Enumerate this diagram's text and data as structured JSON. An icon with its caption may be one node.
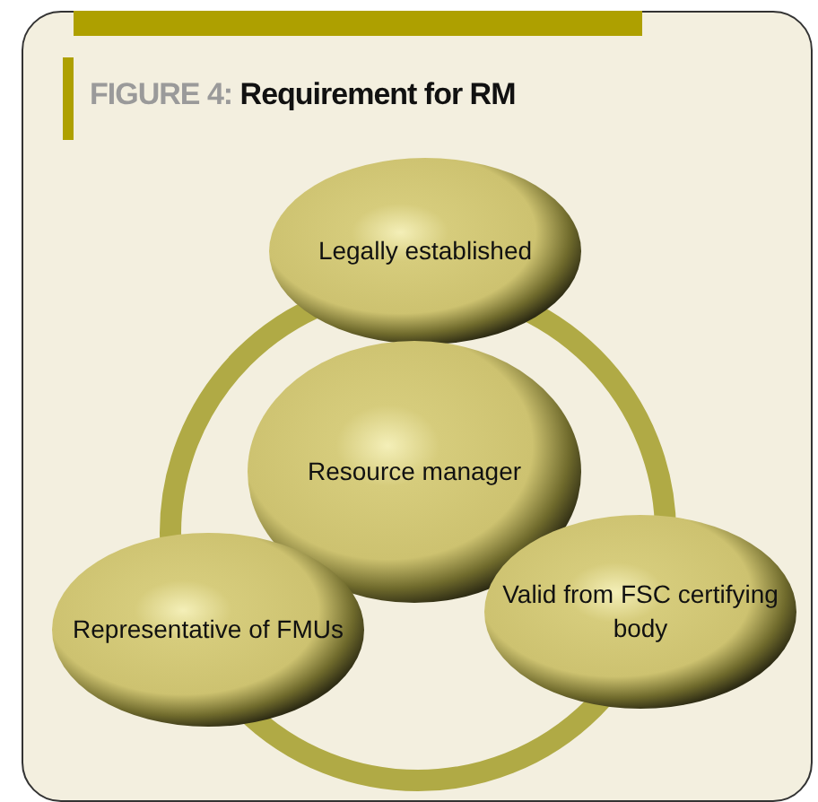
{
  "diagram": {
    "title": "*FIGURE 4:* Requirement for RM",
    "nodes": [
      {
        "text": [
          "Legally established"
        ]
      },
      {
        "text": [
          "Resource manager"
        ]
      },
      {
        "text": [
          "Representative of FMUs"
        ]
      },
      {
        "text": [
          "Valid from FSC certifying body"
        ]
      }
    ],
    "edges": []
  }
}
